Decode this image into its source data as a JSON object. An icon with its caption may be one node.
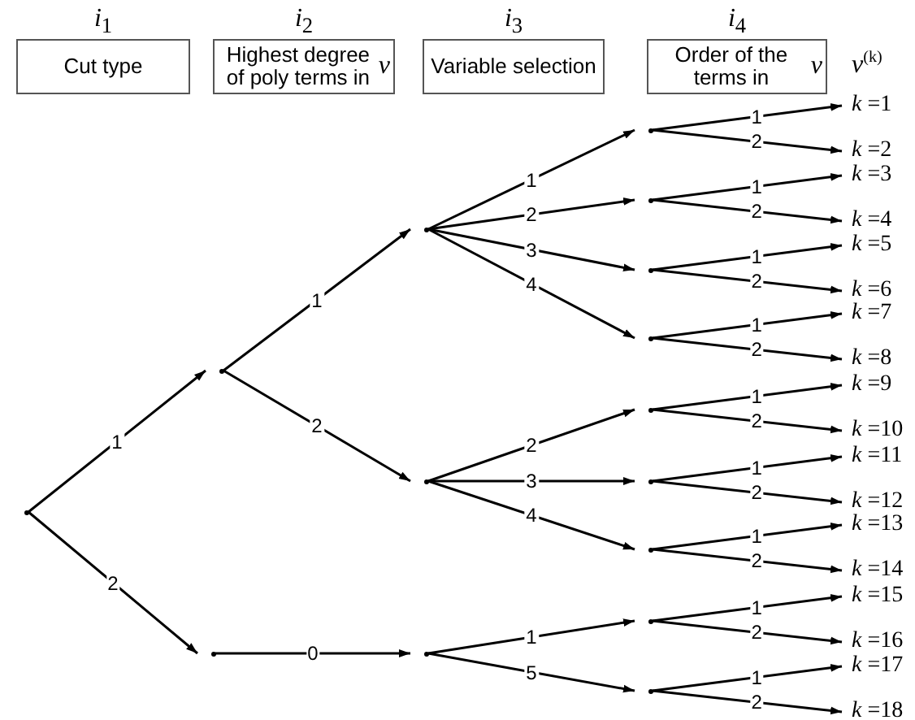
{
  "diagram": {
    "nodes": [
      {
        "text": [
          "*i*$_{1}$",
          "Cut type"
        ]
      },
      {
        "text": [
          "*i*$_{2}$",
          "Highest degree of poly terms in *v*"
        ]
      },
      {
        "text": [
          "*i*$_{3}$",
          "Variable selection"
        ]
      },
      {
        "text": [
          "*i*$_{4}$",
          "Order of the terms in *v*"
        ]
      },
      {
        "text": [],
        "shape": "point"
      },
      {
        "text": [],
        "shape": "point"
      },
      {
        "text": [],
        "shape": "point"
      },
      {
        "text": [],
        "shape": "point"
      },
      {
        "text": [],
        "shape": "point"
      },
      {
        "text": [],
        "shape": "point"
      },
      {
        "text": [],
        "shape": "point"
      },
      {
        "text": [],
        "shape": "point"
      },
      {
        "text": [],
        "shape": "point"
      },
      {
        "text": [],
        "shape": "point"
      },
      {
        "text": [],
        "shape": "point"
      },
      {
        "text": [],
        "shape": "point"
      },
      {
        "text": [],
        "shape": "point"
      },
      {
        "text": [],
        "shape": "point"
      },
      {
        "text": [],
        "shape": "point"
      },
      {
        "text": [
          "*k* =1"
        ]
      },
      {
        "text": [
          "*k* =2"
        ]
      },
      {
        "text": [
          "*k* =3"
        ]
      },
      {
        "text": [
          "*k* =4"
        ]
      },
      {
        "text": [
          "*k* =5"
        ]
      },
      {
        "text": [
          "*k* =6"
        ]
      },
      {
        "text": [
          "*k* =7"
        ]
      },
      {
        "text": [
          "*k* =8"
        ]
      },
      {
        "text": [
          "*k* =9"
        ]
      },
      {
        "text": [
          "*k* =10"
        ]
      },
      {
        "text": [
          "*k* =11"
        ]
      },
      {
        "text": [
          "*k* =12"
        ]
      },
      {
        "text": [
          "*k* =13"
        ]
      },
      {
        "text": [
          "*k* =14"
        ]
      },
      {
        "text": [
          "*k* =15"
        ]
      },
      {
        "text": [
          "*k* =16"
        ]
      },
      {
        "text": [
          "*k* =17"
        ]
      },
      {
        "text": [
          "*k* =18"
        ]
      }
    ],
    "edges": [
      {
        "from": 4,
        "to": 5,
        "label": "1",
        "arrow": "to"
      },
      {
        "from": 4,
        "to": 6,
        "label": "2",
        "arrow": "to"
      },
      {
        "from": 5,
        "to": 7,
        "label": "1",
        "arrow": "to"
      },
      {
        "from": 5,
        "to": 8,
        "label": "2",
        "arrow": "to"
      },
      {
        "from": 6,
        "to": 9,
        "label": "0",
        "arrow": "to"
      },
      {
        "from": 7,
        "to": 10,
        "label": "1",
        "arrow": "to"
      },
      {
        "from": 7,
        "to": 11,
        "label": "2",
        "arrow": "to"
      },
      {
        "from": 7,
        "to": 12,
        "label": "3",
        "arrow": "to"
      },
      {
        "from": 7,
        "to": 13,
        "label": "4",
        "arrow": "to"
      },
      {
        "from": 8,
        "to": 14,
        "label": "2",
        "arrow": "to"
      },
      {
        "from": 8,
        "to": 15,
        "label": "3",
        "arrow": "to"
      },
      {
        "from": 8,
        "to": 16,
        "label": "4",
        "arrow": "to"
      },
      {
        "from": 9,
        "to": 17,
        "label": "1",
        "arrow": "to"
      },
      {
        "from": 9,
        "to": 18,
        "label": "5",
        "arrow": "to"
      },
      {
        "from": 10,
        "to": 19,
        "label": "1",
        "arrow": "to"
      },
      {
        "from": 10,
        "to": 20,
        "label": "2",
        "arrow": "to"
      },
      {
        "from": 11,
        "to": 21,
        "label": "1",
        "arrow": "to"
      },
      {
        "from": 11,
        "to": 22,
        "label": "2",
        "arrow": "to"
      },
      {
        "from": 12,
        "to": 23,
        "label": "1",
        "arrow": "to"
      },
      {
        "from": 12,
        "to": 24,
        "label": "2",
        "arrow": "to"
      },
      {
        "from": 13,
        "to": 25,
        "label": "1",
        "arrow": "to"
      },
      {
        "from": 13,
        "to": 26,
        "label": "2",
        "arrow": "to"
      },
      {
        "from": 14,
        "to": 27,
        "label": "1",
        "arrow": "to"
      },
      {
        "from": 14,
        "to": 28,
        "label": "2",
        "arrow": "to"
      },
      {
        "from": 15,
        "to": 29,
        "label": "1",
        "arrow": "to"
      },
      {
        "from": 15,
        "to": 30,
        "label": "2",
        "arrow": "to"
      },
      {
        "from": 16,
        "to": 31,
        "label": "1",
        "arrow": "to"
      },
      {
        "from": 16,
        "to": 32,
        "label": "2",
        "arrow": "to"
      },
      {
        "from": 17,
        "to": 33,
        "label": "1",
        "arrow": "to"
      },
      {
        "from": 17,
        "to": 34,
        "label": "2",
        "arrow": "to"
      },
      {
        "from": 18,
        "to": 35,
        "label": "1",
        "arrow": "to"
      },
      {
        "from": 18,
        "to": 36,
        "label": "2",
        "arrow": "to"
      }
    ],
    "labels": [
      "*v*$^{(k)}$"
    ]
  }
}
